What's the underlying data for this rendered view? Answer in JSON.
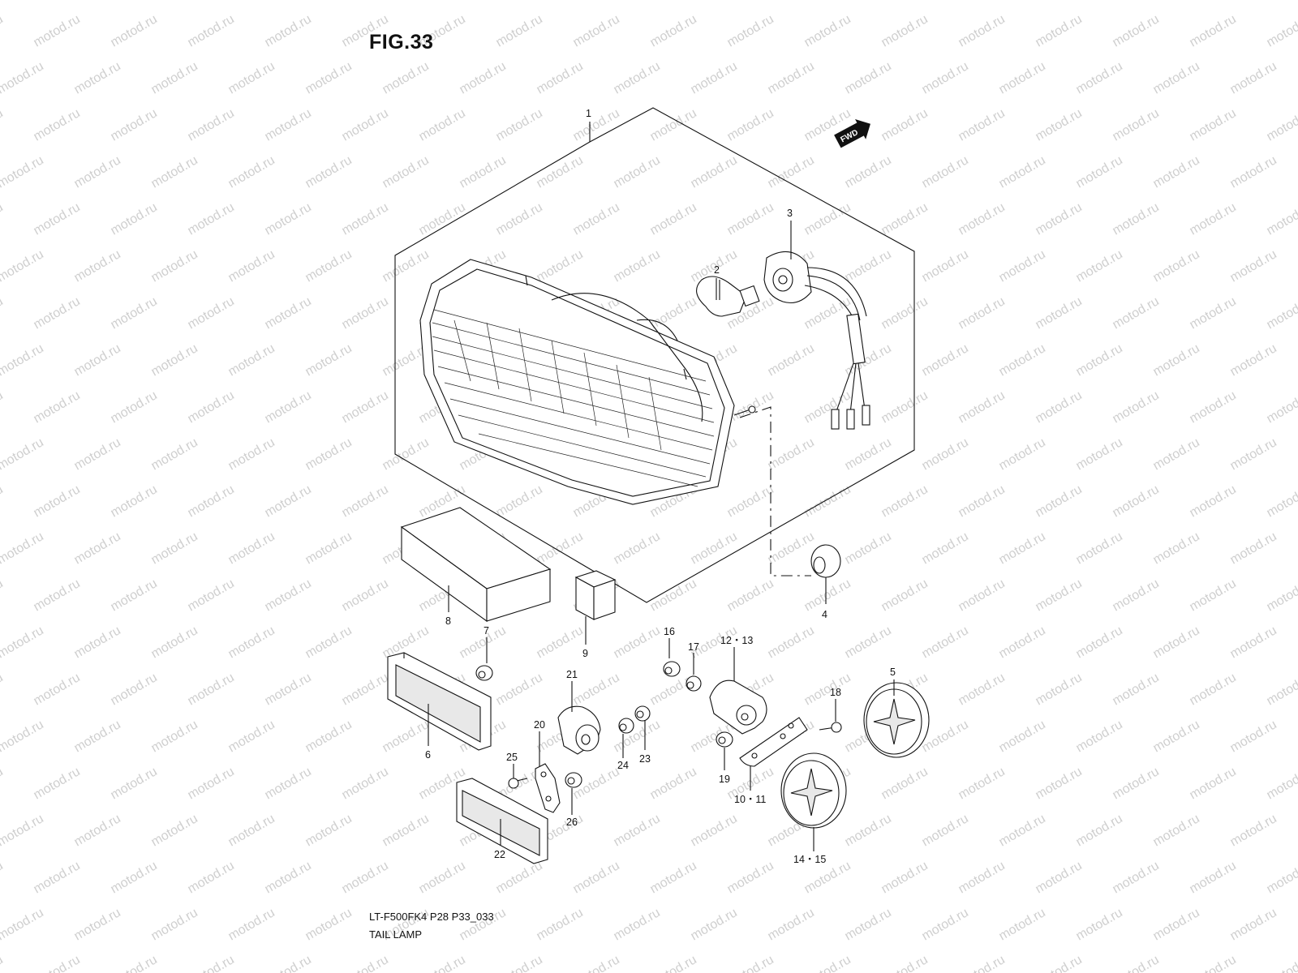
{
  "figure_title": "FIG.33",
  "model_code": "LT-F500FK4 P28 P33_033",
  "section_name": "TAIL LAMP",
  "watermark_text": "motod.ru",
  "direction_badge": "FWD",
  "part_labels": {
    "p1": "1",
    "p2": "2",
    "p3": "3",
    "p4": "4",
    "p5": "5",
    "p6": "6",
    "p7": "7",
    "p8": "8",
    "p9": "9",
    "p10_11": "10・11",
    "p12_13": "12・13",
    "p14_15": "14・15",
    "p16": "16",
    "p17": "17",
    "p18": "18",
    "p19": "19",
    "p20": "20",
    "p21": "21",
    "p22": "22",
    "p23": "23",
    "p24": "24",
    "p25": "25",
    "p26": "26"
  }
}
